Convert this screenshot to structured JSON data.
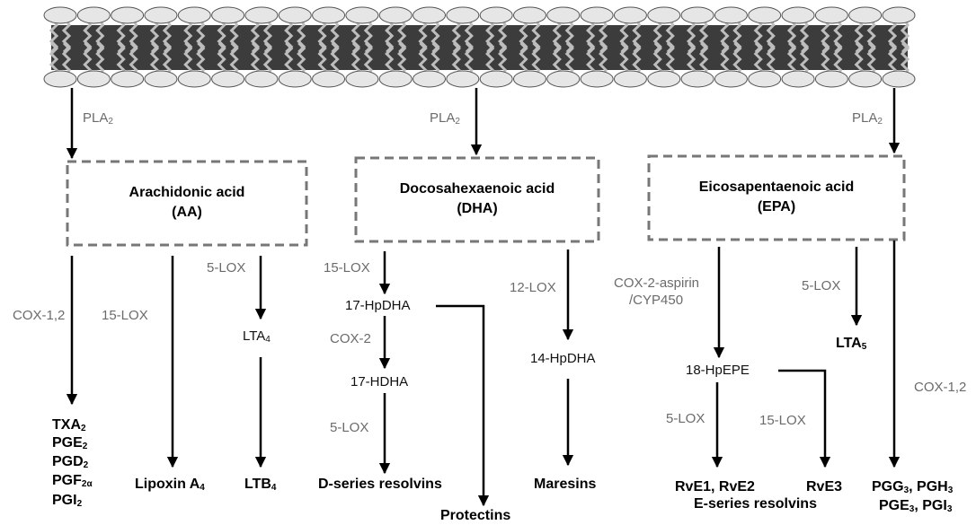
{
  "enzymes": {
    "pla2_left": {
      "base": "PLA",
      "sub": "2"
    },
    "pla2_mid": {
      "base": "PLA",
      "sub": "2"
    },
    "pla2_right": {
      "base": "PLA",
      "sub": "2"
    },
    "cox12_aa": "COX-1,2",
    "lox15_aa": "15-LOX",
    "lox5_aa": "5-LOX",
    "lox15_dha": "15-LOX",
    "cox2_dha": "COX-2",
    "lox5_dha": "5-LOX",
    "lox12_dha": "12-LOX",
    "cox2asp_line1": "COX-2-aspirin",
    "cox2asp_line2": "/CYP450",
    "lox5_epa_top": "5-LOX",
    "lox5_epa_bottom": "5-LOX",
    "lox15_epa": "15-LOX",
    "cox12_epa": "COX-1,2"
  },
  "boxes": {
    "aa": {
      "line1": "Arachidonic acid",
      "line2": "(AA)"
    },
    "dha": {
      "line1": "Docosahexaenoic acid",
      "line2": "(DHA)"
    },
    "epa": {
      "line1": "Eicosapentaenoic acid",
      "line2": "(EPA)"
    }
  },
  "intermediates": {
    "lta4": {
      "base": "LTA",
      "sub": "4"
    },
    "hpdha17": "17-HpDHA",
    "hdha17": "17-HDHA",
    "hpdha14": "14-HpDHA",
    "hpepe18": "18-HpEPE"
  },
  "products": {
    "txa2": {
      "base": "TXA",
      "sub": "2"
    },
    "pge2": {
      "base": "PGE",
      "sub": "2"
    },
    "pgd2": {
      "base": "PGD",
      "sub": "2"
    },
    "pgf2a": {
      "base": "PGF",
      "sub": "2α"
    },
    "pgi2": {
      "base": "PGI",
      "sub": "2"
    },
    "lipoxin": {
      "base": "Lipoxin A",
      "sub": "4"
    },
    "ltb4": {
      "base": "LTB",
      "sub": "4"
    },
    "d_resolvins": "D-series resolvins",
    "protectins": "Protectins",
    "maresins": "Maresins",
    "lta5": {
      "base": "LTA",
      "sub": "5"
    },
    "rve12": "RvE1, RvE2",
    "rve3": "RvE3",
    "e_resolvins": "E-series resolvins",
    "pgg3": {
      "base": "PGG",
      "sub": "3"
    },
    "pgh3": {
      "base": "PGH",
      "sub": "3"
    },
    "pge3": {
      "base": "PGE",
      "sub": "3"
    },
    "pgi3": {
      "base": "PGI",
      "sub": "3"
    }
  }
}
